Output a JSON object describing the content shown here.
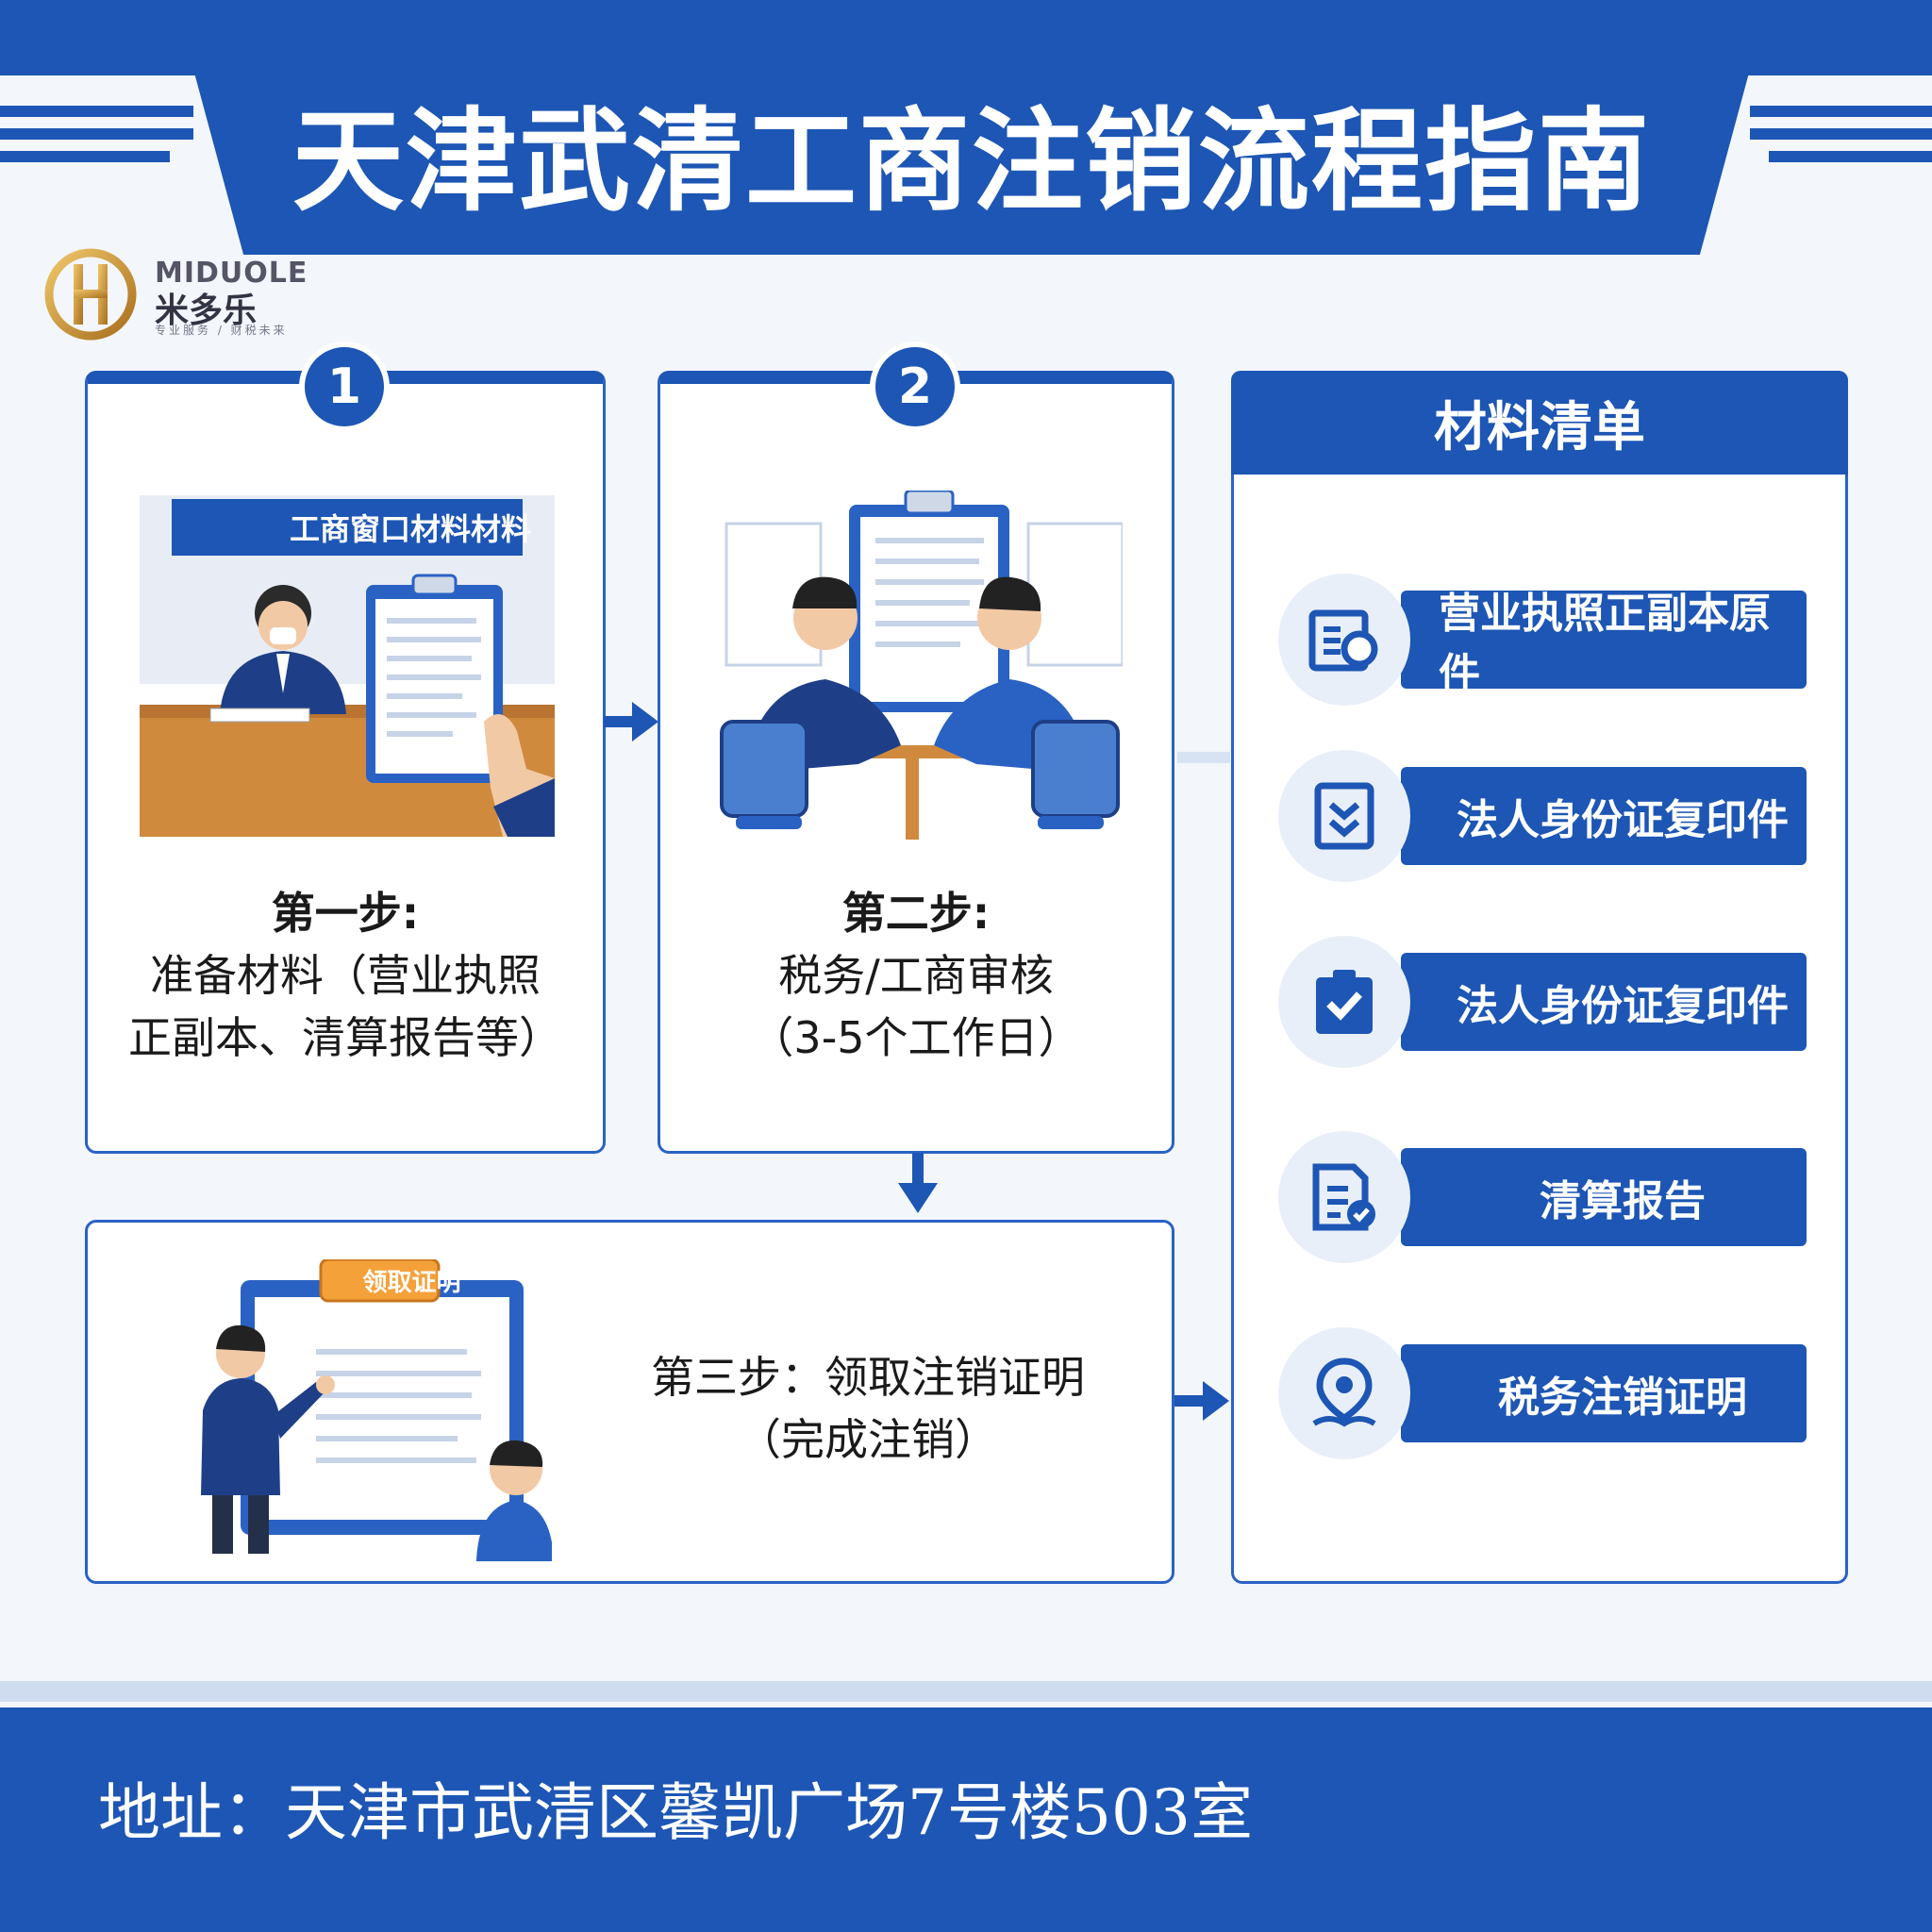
{
  "header": {
    "title": "天津武清工商注销流程指南"
  },
  "logo": {
    "brand_en": "MIDUOLE",
    "brand_cn": "米多乐",
    "tagline": "专业服务 / 财税未来"
  },
  "steps": [
    {
      "number": "1",
      "sign": "工商窗口材料材料",
      "title": "第一步:",
      "line1": "准备材料（营业执照",
      "line2": "正副本、清算报告等）"
    },
    {
      "number": "2",
      "title": "第二步:",
      "line1": "税务/工商审核",
      "line2": "（3-5个工作日）"
    },
    {
      "sign": "领取证明",
      "title_line": "第三步：领取注销证明",
      "line2": "（完成注销）"
    }
  ],
  "materials": {
    "title": "材料清单",
    "items": [
      {
        "label": "营业执照正副本原件",
        "icon": "license-icon"
      },
      {
        "label": "法人身份证复印件",
        "icon": "checklist-icon"
      },
      {
        "label": "法人身份证复印件",
        "icon": "clipboard-check-icon"
      },
      {
        "label": "清算报告",
        "icon": "report-icon"
      },
      {
        "label": "税务注销证明",
        "icon": "location-pin-icon"
      }
    ]
  },
  "footer": {
    "address": "地址：天津市武清区馨凯广场7号楼503室"
  }
}
